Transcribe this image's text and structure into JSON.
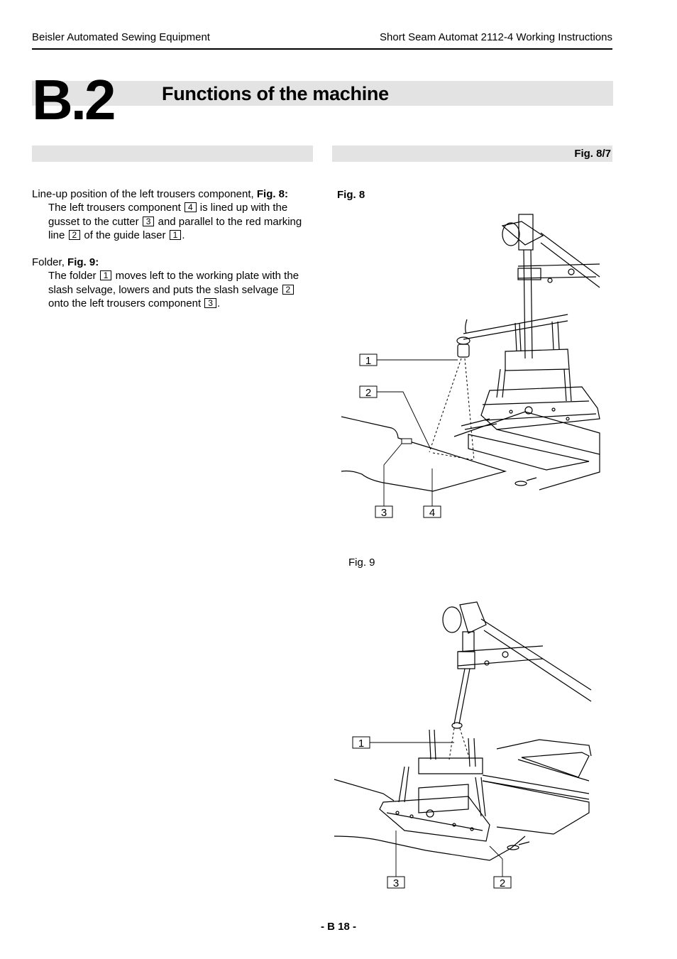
{
  "header": {
    "left": "Beisler Automated Sewing Equipment",
    "right": "Short Seam Automat 2112-4 Working Instructions"
  },
  "section": {
    "number": "B.2",
    "title": "Functions of the machine",
    "figure_ref": "Fig. 8/7"
  },
  "body": {
    "p1_intro": "Line-up position of the left trousers component, ",
    "p1_fig": "Fig. 8:",
    "p1_t1": "The left trousers component ",
    "p1_n4": "4",
    "p1_t2": " is lined up with the gusset to the cutter ",
    "p1_n3": "3",
    "p1_t3": " and parallel to the red marking line ",
    "p1_n2": "2",
    "p1_t4": "  of the guide laser ",
    "p1_n1": "1",
    "p1_t5": ".",
    "p2_intro": "Folder, ",
    "p2_fig": "Fig. 9:",
    "p2_t1": "The folder ",
    "p2_n1": "1",
    "p2_t2": " moves left to the working plate with the slash selvage, lowers and puts the slash selvage ",
    "p2_n2": "2",
    "p2_t3": " onto the left trousers component ",
    "p2_n3": "3",
    "p2_t4": "."
  },
  "fig8": {
    "caption": "Fig. 8",
    "callouts": [
      "1",
      "2",
      "3",
      "4"
    ]
  },
  "fig9": {
    "caption": "Fig. 9",
    "callouts": [
      "1",
      "3",
      "2"
    ]
  },
  "footer": {
    "page": "- B 18 -"
  }
}
